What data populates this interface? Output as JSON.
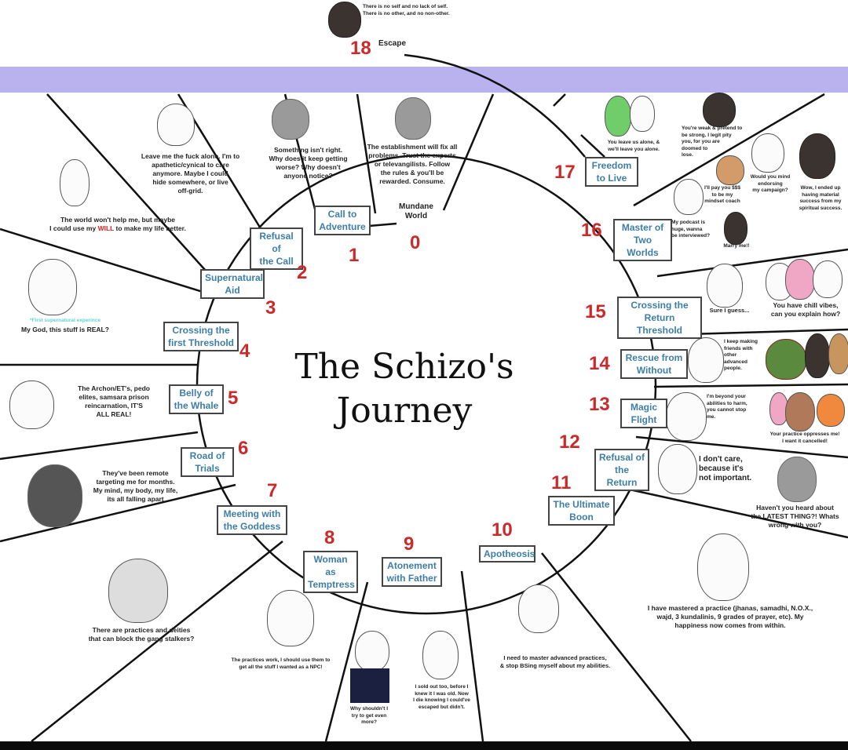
{
  "title": {
    "line1": "The Schizo's",
    "line2": "Journey"
  },
  "colors": {
    "band": "#b9b2ee",
    "stage_label": "#3d7ea8",
    "stage_number": "#cc2a2a",
    "will_highlight": "#d22",
    "supernatural_note": "#5fd3d3"
  },
  "escape": {
    "number": "18",
    "label": "Escape",
    "caption": "There is no self and no lack of self.\nThere is no other, and no non-other."
  },
  "mundane": {
    "number": "0",
    "label": "Mundane\nWorld",
    "caption": "The establishment will fix all\nproblems. Trust the experts\nor televangilists. Follow\nthe rules & you'll be\nrewarded. Consume."
  },
  "stages": [
    {
      "number": "1",
      "label": "Call to\nAdventure",
      "caption": "Something isn't right.\nWhy does it keep getting\nworse? Why doesn't\nanyone notice?"
    },
    {
      "number": "2",
      "label": "Refusal of\nthe Call",
      "caption": "Leave me the fuck alone.  I'm to\napathetic/cynical to care\nanymore. Maybe I could\nhide somewhere, or live\noff-grid."
    },
    {
      "number": "3",
      "label": "Supernatural\nAid",
      "caption_a": "The world won't help me, but maybe\nI could use my ",
      "caption_will": "WILL",
      "caption_b": " to make my life better."
    },
    {
      "number": "4",
      "label": "Crossing the\nfirst Threshold",
      "note": "*First supernatural experince",
      "caption": "My God, this stuff is REAL?"
    },
    {
      "number": "5",
      "label": "Belly of\nthe Whale",
      "caption": "The Archon/ET's, pedo\nelites, samsara prison\nreincarnation, IT'S\nALL REAL!"
    },
    {
      "number": "6",
      "label": "Road of\nTrials",
      "caption": "They've been remote\ntargeting me for months.\nMy mind, my body, my life,\nits all falling apart"
    },
    {
      "number": "7",
      "label": "Meeting with\nthe Goddess",
      "caption": "There are practices and deities\nthat can block the gang stalkers?"
    },
    {
      "number": "8",
      "label": "Woman as\nTemptress",
      "caption": "The practices work, I should use them to\nget all the stuff I wanted as a NPC!"
    },
    {
      "number": "9",
      "label": "Atonement\nwith Father",
      "caption_a": "Why shouldn't I\ntry to get even\nmore?",
      "caption_b": "I sold out too, before I\nknew it I was old. Now\nI die knowing I could've\nescaped but didn't."
    },
    {
      "number": "10",
      "label": "Apotheosis",
      "caption": "I need to master advanced practices,\n& stop BSing myself about my abilities."
    },
    {
      "number": "11",
      "label": "The Ultimate\nBoon",
      "caption": "I have mastered a practice (jhanas, samadhi, N.O.X.,\nwajd, 3 kundalinis, 9 grades of prayer, etc). My\nhappiness now comes from within."
    },
    {
      "number": "12",
      "label": "Refusal of\nthe Return",
      "caption_a": "I don't care,\nbecause it's\nnot important.",
      "caption_b": "Haven't you heard about\nthe LATEST THING?! Whats\nwrong with you?"
    },
    {
      "number": "13",
      "label": "Magic\nFlight",
      "caption_a": "I'm beyond your\nabilities to harm,\nyou cannot stop\nme.",
      "caption_b": "Your practice oppresses me!\nI want it cancelled!"
    },
    {
      "number": "14",
      "label": "Rescue from\nWithout",
      "caption": "I keep making\nfriends with\nother\nadvanced\npeople."
    },
    {
      "number": "15",
      "label": "Crossing the\nReturn Threshold",
      "caption_a": "Sure I guess...",
      "caption_b": "You have chill vibes,\ncan you explain how?"
    },
    {
      "number": "16",
      "label": "Master of\nTwo Worlds",
      "caption_podcast": "My podcast is\nhuge, wanna\nbe interviewed?",
      "caption_marry": "Marry me!!",
      "caption_pay": "I'll pay you $$$\nto be my\nmindset coach",
      "caption_endorse": "Would you mind\nendorsing\nmy campaign?",
      "caption_weak": "You're weak & pretend to\nbe strong. I legit pity\nyou, for you are\ndoomed to\nlose.",
      "caption_wow": "Wow, I ended up\nhaving material\nsuccess from my\nspiritual success."
    },
    {
      "number": "17",
      "label": "Freedom\nto Live",
      "caption": "You leave us alone, &\nwe'll leave you alone."
    }
  ]
}
